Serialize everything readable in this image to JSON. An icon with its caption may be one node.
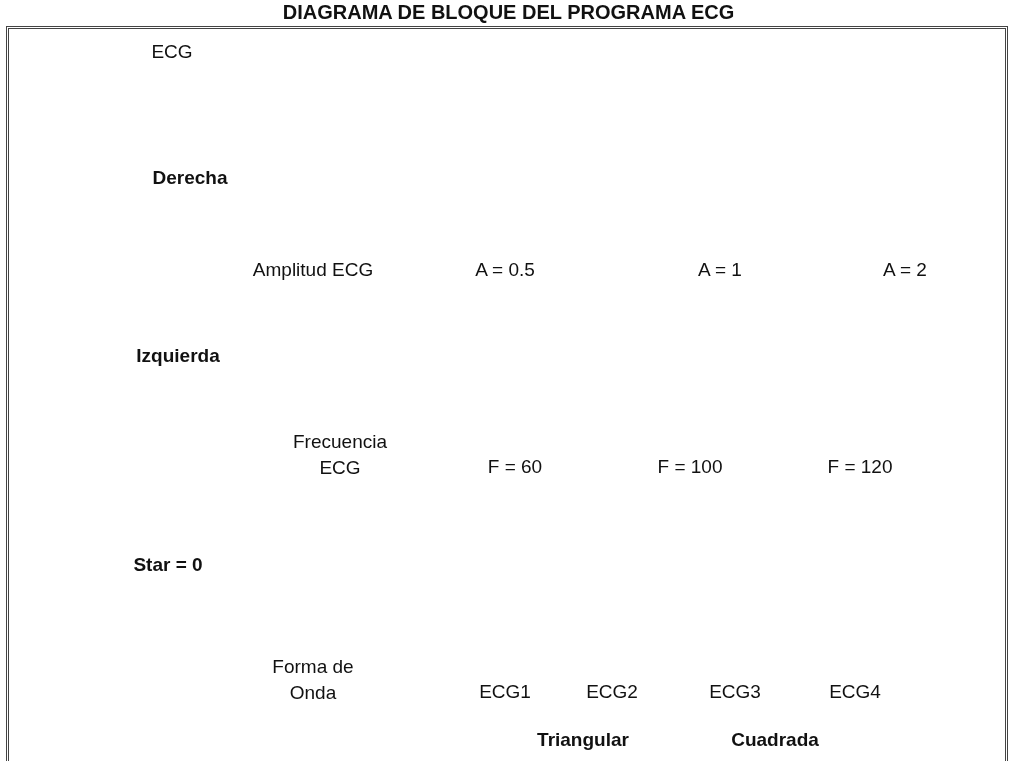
{
  "diagram": {
    "title": "DIAGRAMA DE BLOQUE DEL PROGRAMA ECG",
    "labels": [
      "ECG",
      "Derecha",
      "Amplitud ECG",
      "A = 0.5",
      "A = 1",
      "A = 2",
      "Izquierda",
      "Frecuencia ECG",
      "F = 60",
      "F = 100",
      "F = 120",
      "Star = 0",
      "Forma de Onda",
      "ECG1",
      "ECG2",
      "ECG3",
      "ECG4",
      "Triangular",
      "Cuadrada"
    ]
  }
}
